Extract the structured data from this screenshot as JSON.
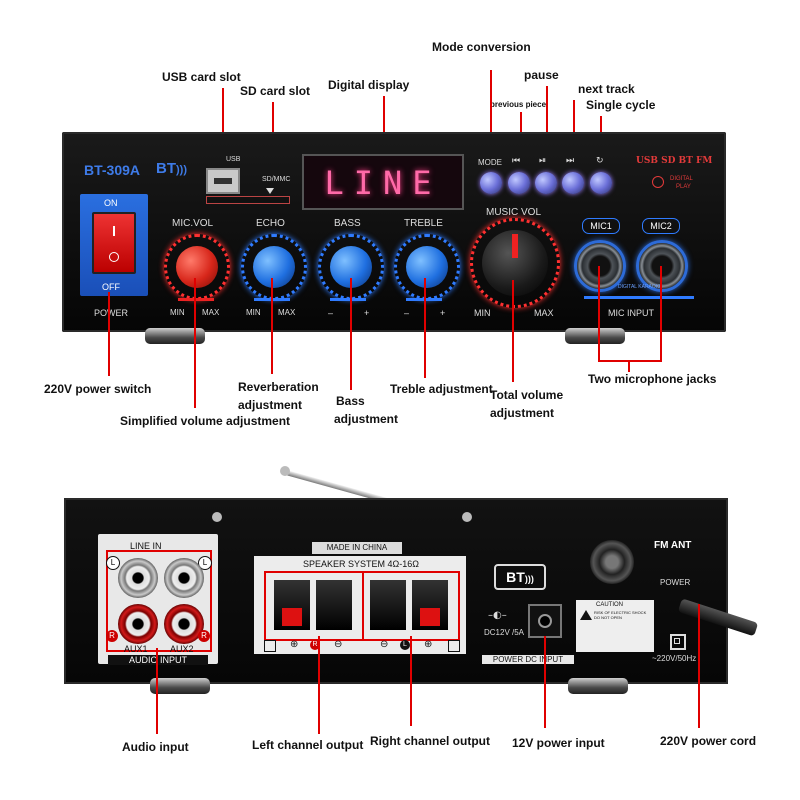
{
  "callouts_top": {
    "mode_conversion": "Mode conversion",
    "usb_card_slot": "USB card slot",
    "pause": "pause",
    "next_track": "next track",
    "sd_card_slot": "SD card slot",
    "digital_display": "Digital display",
    "previous_piece": "previous piece",
    "single_cycle": "Single cycle",
    "power_switch": "220V power switch",
    "reverb_1": "Reverberation",
    "reverb_2": "adjustment",
    "bass_1": "Bass",
    "bass_2": "adjustment",
    "treble": "Treble adjustment",
    "total_vol_1": "Total volume",
    "total_vol_2": "adjustment",
    "two_mic": "Two microphone jacks",
    "simplified_volume": "Simplified volume adjustment"
  },
  "front_panel": {
    "model": "BT-309A",
    "bt": "BT",
    "usb": "USB",
    "sd_mmc": "SD/MMC",
    "display_text": "LINE",
    "mode": "MODE",
    "prev_sym": "⏮",
    "playpause_sym": "⏯",
    "next_sym": "⏭",
    "cycle_sym": "↻",
    "brand_line1": "USB SD BT FM",
    "brand_line2": "DIGITAL",
    "brand_line3": "PLAY",
    "power_on": "ON",
    "power_off": "OFF",
    "power": "POWER",
    "mic_vol": "MIC.VOL",
    "echo": "ECHO",
    "bass": "BASS",
    "treble": "TREBLE",
    "music_vol": "MUSIC VOL",
    "min": "MIN",
    "max": "MAX",
    "minus": "–",
    "plus": "+",
    "mic1": "MIC1",
    "mic2": "MIC2",
    "digital_karaoke": "DIGITAL KARAOKE",
    "mic_input": "MIC INPUT"
  },
  "rear_panel": {
    "line_in": "LINE IN",
    "l": "L",
    "r": "R",
    "aux1": "AUX1",
    "aux2": "AUX2",
    "audio_input": "AUDIO INPUT",
    "made_in_china": "MADE IN CHINA",
    "speaker_system": "SPEAKER SYSTEM 4Ω-16Ω",
    "plus": "⊕",
    "minus": "⊖",
    "bt": "BT",
    "fm_ant": "FM ANT",
    "power": "POWER",
    "dc_rating": "DC12V /5A",
    "caution": "CAUTION",
    "caution_text": "RISK OF ELECTRIC SHOCK DO NOT OPEN",
    "power_dc_input": "POWER DC INPUT",
    "ac_rating": "~220V/50Hz"
  },
  "callouts_bottom": {
    "audio_input": "Audio input",
    "left_channel": "Left channel output",
    "right_channel": "Right channel output",
    "dc_input": "12V power input",
    "ac_cord": "220V power cord"
  },
  "colors": {
    "callout_line": "#e00000",
    "display_text": "#ff6aa8",
    "knob_blue": "#1f6fe0",
    "knob_red": "#d7261a"
  }
}
